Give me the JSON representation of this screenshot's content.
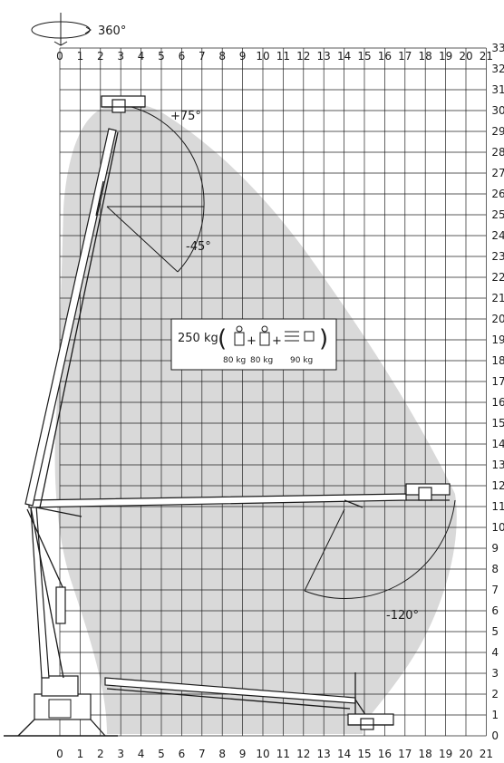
{
  "rotation_label": "360°",
  "x_ticks": [
    "0",
    "1",
    "2",
    "3",
    "4",
    "5",
    "6",
    "7",
    "8",
    "9",
    "10",
    "11",
    "12",
    "13",
    "14",
    "15",
    "16",
    "17",
    "18",
    "19",
    "20",
    "21"
  ],
  "y_ticks": [
    "0",
    "1",
    "2",
    "3",
    "4",
    "5",
    "6",
    "7",
    "8",
    "9",
    "10",
    "11",
    "12",
    "13",
    "14",
    "15",
    "16",
    "17",
    "18",
    "19",
    "20",
    "21",
    "22",
    "23",
    "24",
    "25",
    "26",
    "27",
    "28",
    "29",
    "30",
    "31",
    "32",
    "33"
  ],
  "angles": {
    "upper_plus": "+75°",
    "upper_minus": "-45°",
    "jib": "-120°"
  },
  "load": {
    "total": "250 kg",
    "person1": "80 kg",
    "person2": "80 kg",
    "tools": "90 kg"
  },
  "colors": {
    "envelope": "#d9d9d9",
    "grid": "#222222"
  }
}
